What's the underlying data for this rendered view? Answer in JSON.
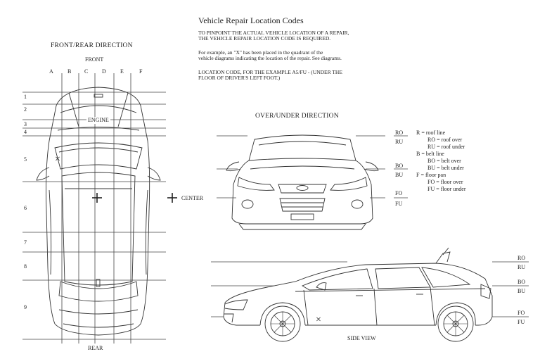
{
  "header": {
    "title": "Vehicle Repair Location Codes",
    "intro_line1": "TO PINPOINT THE ACTUAL VEHICLE LOCATION OF A REPAIR,",
    "intro_line2": "THE VEHICLE REPAIR LOCATION CODE IS REQUIRED.",
    "example_line1": "For example, an \"X\" has been placed in the quadrant of the",
    "example_line2": "vehicle diagrams indicating the location of the repair. See diagrams.",
    "code_line1": "LOCATION CODE, FOR THE EXAMPLE A5/FU - (UNDER THE",
    "code_line2": "FLOOR OF DRIVER'S LEFT FOOT.)"
  },
  "top_view": {
    "title": "FRONT/REAR DIRECTION",
    "front_label": "FRONT",
    "rear_label": "REAR",
    "engine_label": "ENGINE",
    "center_label": "CENTER",
    "columns": [
      "A",
      "B",
      "C",
      "D",
      "E",
      "F"
    ],
    "rows": [
      "1",
      "2",
      "3",
      "4",
      "5",
      "6",
      "7",
      "8",
      "9"
    ]
  },
  "front_view": {
    "title": "OVER/UNDER DIRECTION",
    "codes": [
      "RO",
      "RU",
      "BO",
      "BU",
      "FO",
      "FU"
    ]
  },
  "legend": {
    "r_head": "R = roof line",
    "r_over": "RO = roof over",
    "r_under": "RU = roof under",
    "b_head": "B = belt line",
    "b_over": "BO = belt over",
    "b_under": "BU = belt under",
    "f_head": "F = floor pan",
    "f_over": "FO = floor over",
    "f_under": "FU = floor under"
  },
  "side_view": {
    "label": "SIDE VIEW",
    "codes": [
      "RO",
      "RU",
      "BO",
      "BU",
      "FO",
      "FU"
    ]
  },
  "markers": {
    "x_mark": "×"
  }
}
